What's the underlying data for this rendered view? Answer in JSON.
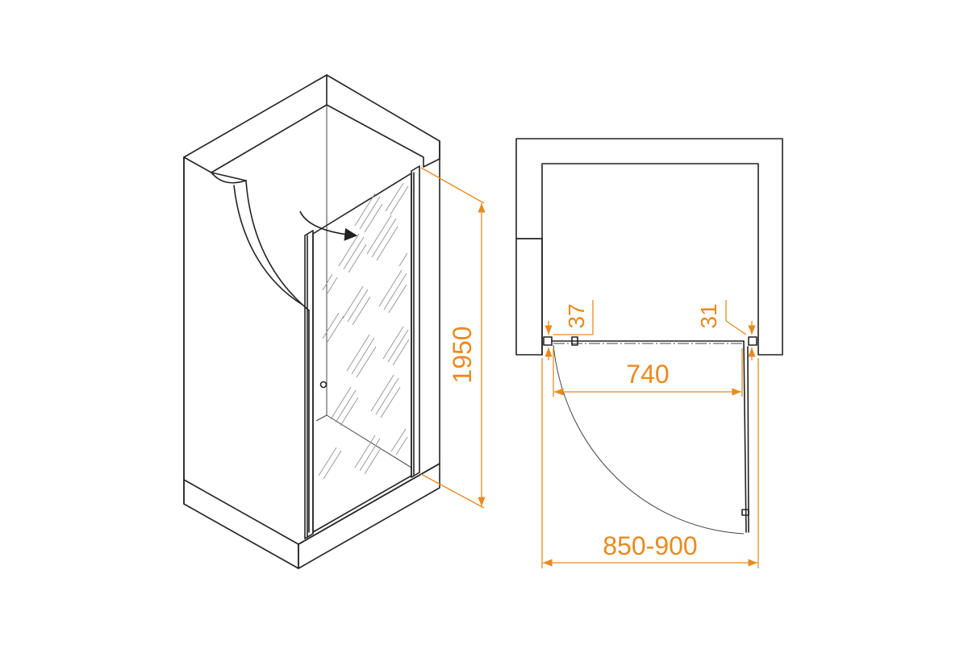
{
  "dimensions": {
    "height": "1950",
    "left_gap": "37",
    "right_gap": "31",
    "door_width": "740",
    "total_width": "850-900"
  },
  "colors": {
    "line": "#222222",
    "dimension": "#e98a1e",
    "background": "#ffffff"
  },
  "icons": {
    "swing_arrow": "curved-arrow-icon"
  }
}
